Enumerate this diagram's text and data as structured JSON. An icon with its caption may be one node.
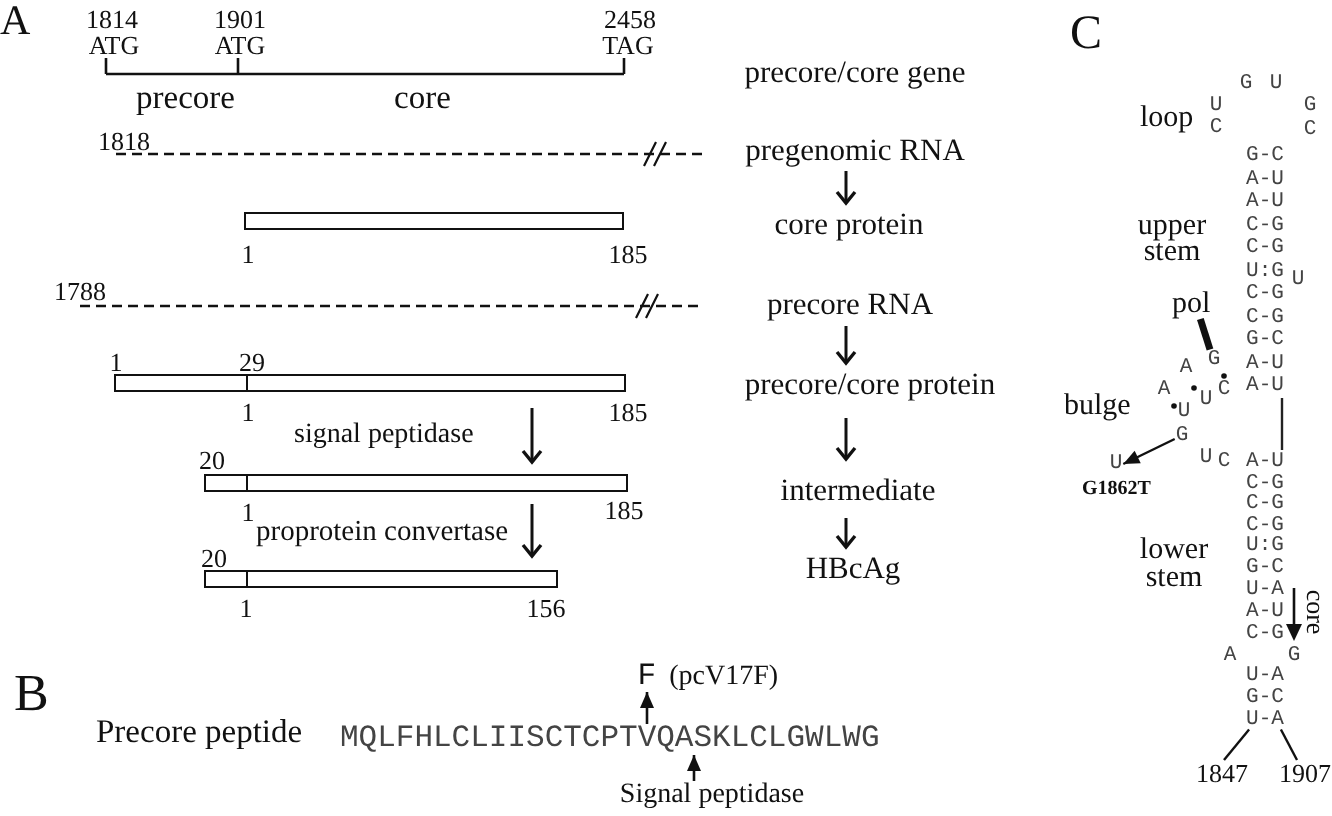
{
  "diagram": {
    "nodes": [
      {
        "text": [
          "pregenomic RNA"
        ]
      },
      {
        "text": [
          "core protein"
        ]
      },
      {
        "text": [
          "precore RNA"
        ]
      },
      {
        "text": [
          "precore/core protein"
        ]
      },
      {
        "text": [
          "intermediate"
        ]
      },
      {
        "text": [
          "HBcAg"
        ]
      },
      {
        "text": [],
        "shape": "bar",
        "beside": [
          "1",
          "185"
        ]
      },
      {
        "text": [],
        "shape": "bar",
        "beside": [
          "1",
          "29",
          "1",
          "185"
        ]
      },
      {
        "text": [],
        "shape": "bar",
        "beside": [
          "20",
          "1",
          "185"
        ]
      },
      {
        "text": [],
        "shape": "bar",
        "beside": [
          "20",
          "1",
          "156"
        ]
      },
      {
        "text": [
          "F",
          "(pcV17F)"
        ]
      },
      {
        "text": [
          "MQLFHLCLIISCTCPTVQASKLCLGWLWG"
        ]
      },
      {
        "text": [
          "Signal peptidase"
        ]
      },
      {
        "text": [
          "pol"
        ]
      },
      {
        "text": [
          "G"
        ]
      },
      {
        "text": [
          "G"
        ]
      },
      {
        "text": [
          "U"
        ]
      },
      {
        "text": [
          "U-A"
        ]
      },
      {
        "text": [
          "1847"
        ]
      },
      {
        "text": [
          "1907"
        ]
      }
    ],
    "edges": [
      {
        "from": 0,
        "to": 1,
        "arrow": "to"
      },
      {
        "from": 2,
        "to": 3,
        "arrow": "to"
      },
      {
        "from": 3,
        "to": 4,
        "arrow": "to"
      },
      {
        "from": 4,
        "to": 5,
        "arrow": "to"
      },
      {
        "from": 7,
        "to": 8,
        "arrow": "to",
        "label": "signal peptidase"
      },
      {
        "from": 8,
        "to": 9,
        "arrow": "to",
        "label": "proprotein convertase"
      },
      {
        "from": 11,
        "to": 10,
        "arrow": "to"
      },
      {
        "from": 12,
        "to": 11,
        "arrow": "to"
      },
      {
        "from": 15,
        "to": 16,
        "arrow": "to"
      },
      {
        "from": 13,
        "to": 14,
        "arrow": "none",
        "style": "thick"
      },
      {
        "from": 18,
        "to": 17,
        "arrow": "none"
      },
      {
        "from": 19,
        "to": 17,
        "arrow": "none"
      }
    ],
    "labels": [
      "A",
      "1814",
      "1901",
      "2458",
      "ATG",
      "ATG",
      "TAG",
      "precore",
      "core",
      "precore/core gene",
      "1818",
      "1788",
      "B",
      "Precore peptide",
      "C",
      "G",
      "U",
      "loop",
      "U",
      "G",
      "C",
      "C",
      "G-C",
      "A-U",
      "A-U",
      "upper stem",
      "C-G",
      "C-G",
      "U:G",
      "U",
      "C-G",
      "C-G",
      "G-C",
      "A",
      "A-U",
      "A",
      "U",
      "C",
      "A-U",
      "bulge",
      "U",
      "U",
      "C",
      "A-U",
      "C-G",
      "G1862T",
      "C-G",
      "C-G",
      "U:G",
      "lower stem",
      "G-C",
      "U-A",
      "core",
      "A-U",
      "C-G",
      "A",
      "G",
      "U-A",
      "G-C"
    ]
  }
}
